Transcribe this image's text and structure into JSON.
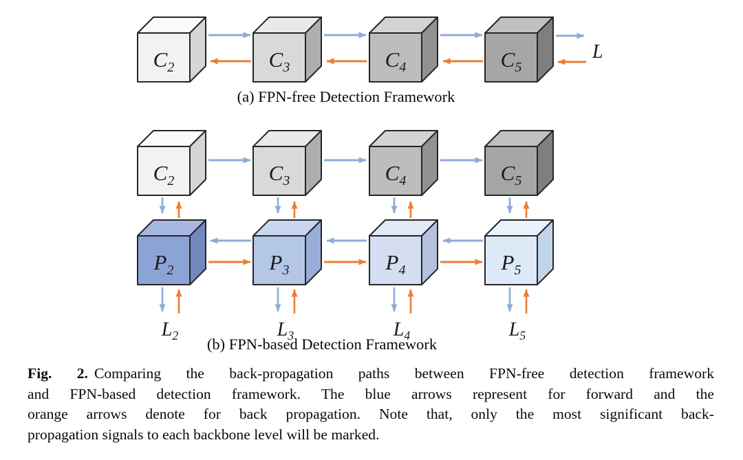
{
  "figure": {
    "fig_label": "Fig. 2.",
    "caption_lines": [
      "Comparing the back-propagation paths between FPN-free detection framework",
      "and FPN-based detection framework. The blue arrows represent for forward and the",
      "orange arrows denote for back propagation. Note that, only the most significant back-",
      "propagation signals to each backbone level will be marked."
    ]
  },
  "colors": {
    "forward_arrow": "#8FAADC",
    "backward_arrow": "#ED7D31",
    "outline": "#262626"
  },
  "diagram_a": {
    "caption": "(a) FPN-free Detection Framework",
    "output_label": "L",
    "cubes": [
      {
        "label": {
          "main": "C",
          "sub": "2"
        },
        "colors": {
          "front": "#F2F2F2",
          "top": "#FBFBFB",
          "side": "#D6D6D6"
        }
      },
      {
        "label": {
          "main": "C",
          "sub": "3"
        },
        "colors": {
          "front": "#D9D9D9",
          "top": "#E9E9E9",
          "side": "#AEAEAE"
        }
      },
      {
        "label": {
          "main": "C",
          "sub": "4"
        },
        "colors": {
          "front": "#BDBDBD",
          "top": "#D3D3D3",
          "side": "#929292"
        }
      },
      {
        "label": {
          "main": "C",
          "sub": "5"
        },
        "colors": {
          "front": "#A6A6A6",
          "top": "#C0C0C0",
          "side": "#7F7F7F"
        }
      }
    ]
  },
  "diagram_b": {
    "caption": "(b) FPN-based Detection Framework",
    "backbone_cubes": [
      {
        "label": {
          "main": "C",
          "sub": "2"
        },
        "colors": {
          "front": "#F2F2F2",
          "top": "#FBFBFB",
          "side": "#D6D6D6"
        }
      },
      {
        "label": {
          "main": "C",
          "sub": "3"
        },
        "colors": {
          "front": "#D9D9D9",
          "top": "#E9E9E9",
          "side": "#AEAEAE"
        }
      },
      {
        "label": {
          "main": "C",
          "sub": "4"
        },
        "colors": {
          "front": "#BDBDBD",
          "top": "#D3D3D3",
          "side": "#929292"
        }
      },
      {
        "label": {
          "main": "C",
          "sub": "5"
        },
        "colors": {
          "front": "#A6A6A6",
          "top": "#C0C0C0",
          "side": "#7F7F7F"
        }
      }
    ],
    "pyramid_cubes": [
      {
        "label": {
          "main": "P",
          "sub": "2"
        },
        "colors": {
          "front": "#8CA4D5",
          "top": "#A6B8E2",
          "side": "#7289BF"
        }
      },
      {
        "label": {
          "main": "P",
          "sub": "3"
        },
        "colors": {
          "front": "#B5C7E7",
          "top": "#C9D6EF",
          "side": "#98AED7"
        }
      },
      {
        "label": {
          "main": "P",
          "sub": "4"
        },
        "colors": {
          "front": "#D4DEF0",
          "top": "#E2E9F6",
          "side": "#B4C2DC"
        }
      },
      {
        "label": {
          "main": "P",
          "sub": "5"
        },
        "colors": {
          "front": "#DCE9F7",
          "top": "#E9F1FB",
          "side": "#C0D5EA"
        }
      }
    ],
    "output_labels": [
      {
        "main": "L",
        "sub": "2"
      },
      {
        "main": "L",
        "sub": "3"
      },
      {
        "main": "L",
        "sub": "4"
      },
      {
        "main": "L",
        "sub": "5"
      }
    ]
  }
}
